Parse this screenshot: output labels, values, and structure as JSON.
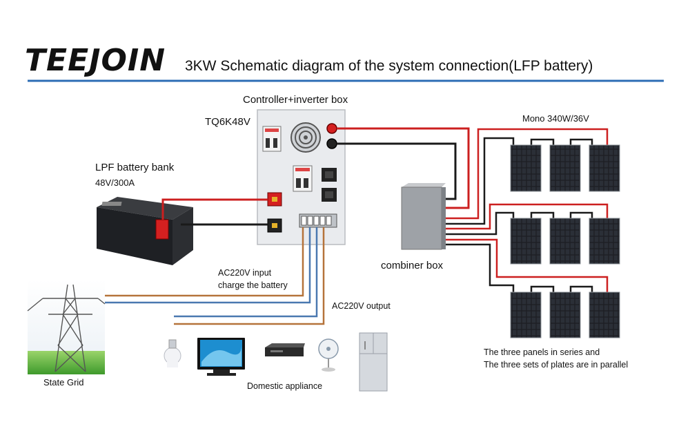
{
  "header": {
    "brand": "TEEJOIN",
    "title": "3KW Schematic diagram of the system connection(LFP battery)"
  },
  "labels": {
    "inverter_box": "Controller+inverter box",
    "inverter_model": "TQ6K48V",
    "battery_name": "LPF battery bank",
    "battery_spec": "48V/300A",
    "panel_spec": "Mono 340W/36V",
    "combiner": "combiner box",
    "ac_input_line1": "AC220V input",
    "ac_input_line2": "charge the battery",
    "ac_output": "AC220V output",
    "grid": "State Grid",
    "appliances": "Domestic appliance",
    "note_line1": "The three panels in series and",
    "note_line2": "The three sets of plates are in parallel"
  },
  "colors": {
    "accent_blue": "#2d6db5",
    "positive_wire": "#cc1f1f",
    "negative_wire": "#1a1a1a",
    "ac_brown": "#b5733a",
    "ac_blue": "#4a78b0",
    "grass": "#4caf3a"
  },
  "icons": [
    "pylon-icon",
    "light-bulb-icon",
    "tv-icon",
    "dvd-player-icon",
    "fan-icon",
    "fridge-icon",
    "solar-panel-icon",
    "battery-icon"
  ]
}
